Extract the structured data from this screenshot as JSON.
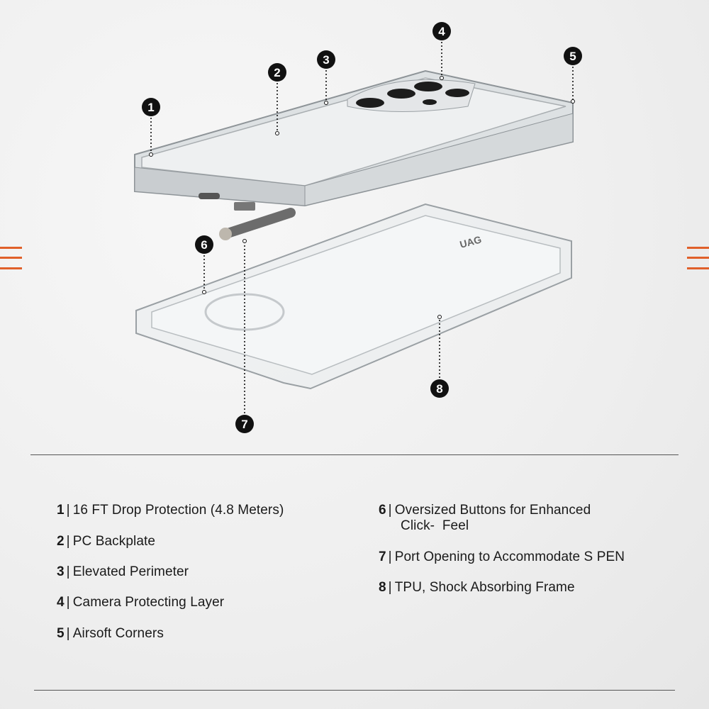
{
  "colors": {
    "accent": "#e0602a",
    "callout": "#111111"
  },
  "features": [
    {
      "num": "1",
      "text": "16 FT Drop Protection (4.8 Meters)"
    },
    {
      "num": "2",
      "text": "PC Backplate"
    },
    {
      "num": "3",
      "text": "Elevated Perimeter"
    },
    {
      "num": "4",
      "text": "Camera Protecting Layer"
    },
    {
      "num": "5",
      "text": "Airsoft Corners"
    },
    {
      "num": "6",
      "text": "Oversized Buttons for Enhanced",
      "text2": "Click-  Feel"
    },
    {
      "num": "7",
      "text": "Port Opening to Accommodate S PEN"
    },
    {
      "num": "8",
      "text": "TPU, Shock Absorbing Frame"
    }
  ],
  "separator": "|"
}
